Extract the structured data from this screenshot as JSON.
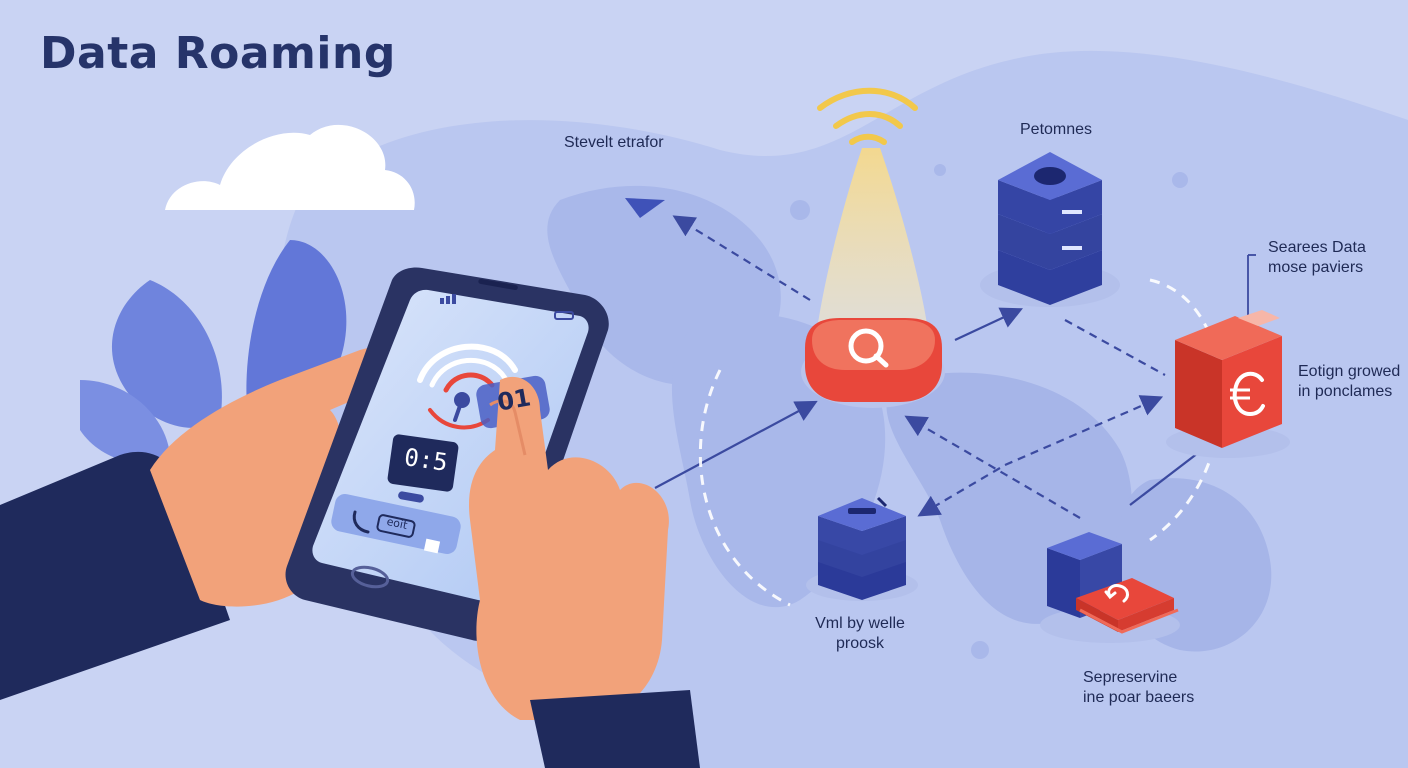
{
  "title": "Data Roaming",
  "labels": {
    "top_left": "Stevelt etrafor",
    "top_center": "Petomnes",
    "right_top": [
      "Searees Data",
      "mose paviers"
    ],
    "right_mid": [
      "Eotign growed",
      "in ponclames"
    ],
    "bottom_center": [
      "Vml by welle",
      "proosk"
    ],
    "bottom_right": [
      "Sepreservine",
      "ine poar baeers"
    ]
  },
  "phone": {
    "clock": "0:5",
    "app_badge": "01",
    "dock_label": "eoit"
  },
  "icons": {
    "tower": "wifi-signal-icon",
    "hub": "search-hub-icon",
    "currency": "euro-icon",
    "refresh": "refresh-icon",
    "phone_call": "phone-icon"
  },
  "colors": {
    "background": "#c9d3f3",
    "server_blue": "#3d4fb8",
    "accent_red": "#e8473b",
    "sleeve_navy": "#1f2a5c",
    "skin": "#f2a27a",
    "beam": "#f7e3a6"
  }
}
